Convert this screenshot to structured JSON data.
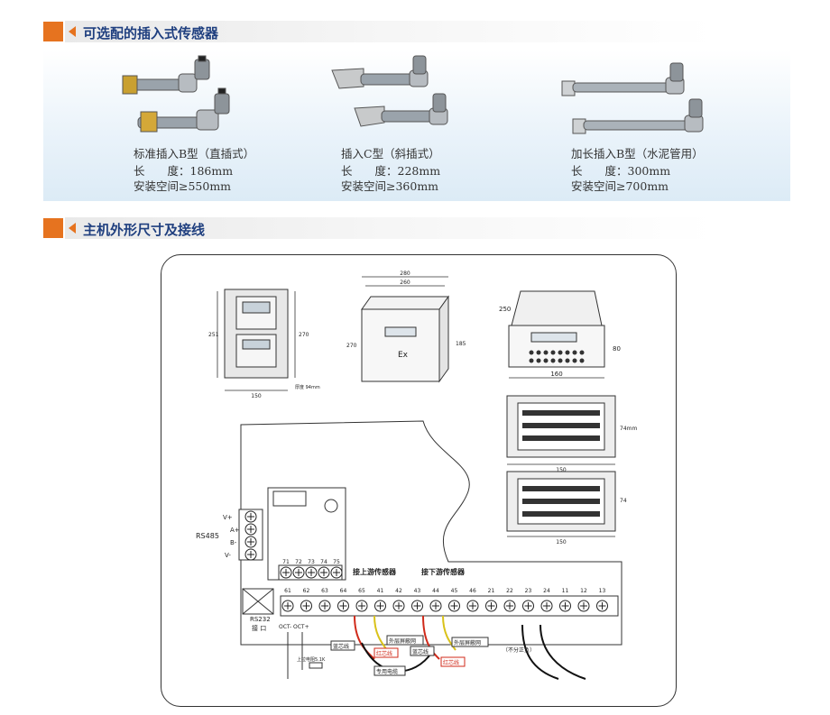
{
  "section1": {
    "title": "可选配的插入式传感器"
  },
  "section2": {
    "title": "主机外形尺寸及接线"
  },
  "sensors": [
    {
      "name": "标准插入B型（直插式）",
      "length": "长　　度：186mm",
      "space": "安装空间≥550mm"
    },
    {
      "name": "插入C型（斜插式）",
      "length": "长　　度：228mm",
      "space": "安装空间≥360mm"
    },
    {
      "name": "加长插入B型（水泥管用）",
      "length": "长　　度：300mm",
      "space": "安装空间≥700mm"
    }
  ],
  "diagram": {
    "wall_mount": {
      "dim_width": "150",
      "dim_height": "270",
      "dim_side": "251",
      "note": "厚度 94mm"
    },
    "explosion_box": {
      "dim_outer": "280",
      "dim_inner": "260",
      "dim_height": "270",
      "dim_right": "185",
      "ex_mark": "Ex"
    },
    "panel_mount": {
      "dim_depth": "250",
      "dim_height": "80",
      "dim_width": "160"
    },
    "terminal_board_1": {
      "dim_width": "150",
      "dim_height": "74mm"
    },
    "terminal_board_2": {
      "dim_width": "150",
      "dim_height": "74"
    },
    "rs485": {
      "label": "RS485",
      "pins": [
        "V+",
        "A+",
        "B-",
        "V-"
      ]
    },
    "rs232": {
      "label": "RS232",
      "sub": "接 口"
    },
    "upstream_label": "接上游传感器",
    "downstream_label": "接下游传感器",
    "top_terminals": [
      "71",
      "72",
      "73",
      "74",
      "75"
    ],
    "bottom_terminals": [
      "61",
      "62",
      "63",
      "64",
      "65",
      "41",
      "42",
      "43",
      "44",
      "45",
      "46",
      "21",
      "22",
      "23",
      "24",
      "11",
      "12",
      "13"
    ],
    "cable_tags": {
      "blue_core1": "蓝芯线",
      "red_core1": "红芯线",
      "shield1": "外层屏蔽网",
      "blue_core2": "蓝芯线",
      "shield2": "外层屏蔽网",
      "red_core2": "红芯线",
      "special_cable": "专用电缆",
      "no_polarity": "（不分正负）",
      "ext_resistor": "上拉电阻5.1K"
    },
    "oct_labels": [
      "OCT-",
      "OCT+"
    ]
  },
  "colors": {
    "accent": "#e6731f",
    "title_text": "#1f3f7f",
    "panel_bg": "#dcebf6",
    "red_wire": "#d02a1a",
    "yellow_wire": "#d9c21a"
  }
}
